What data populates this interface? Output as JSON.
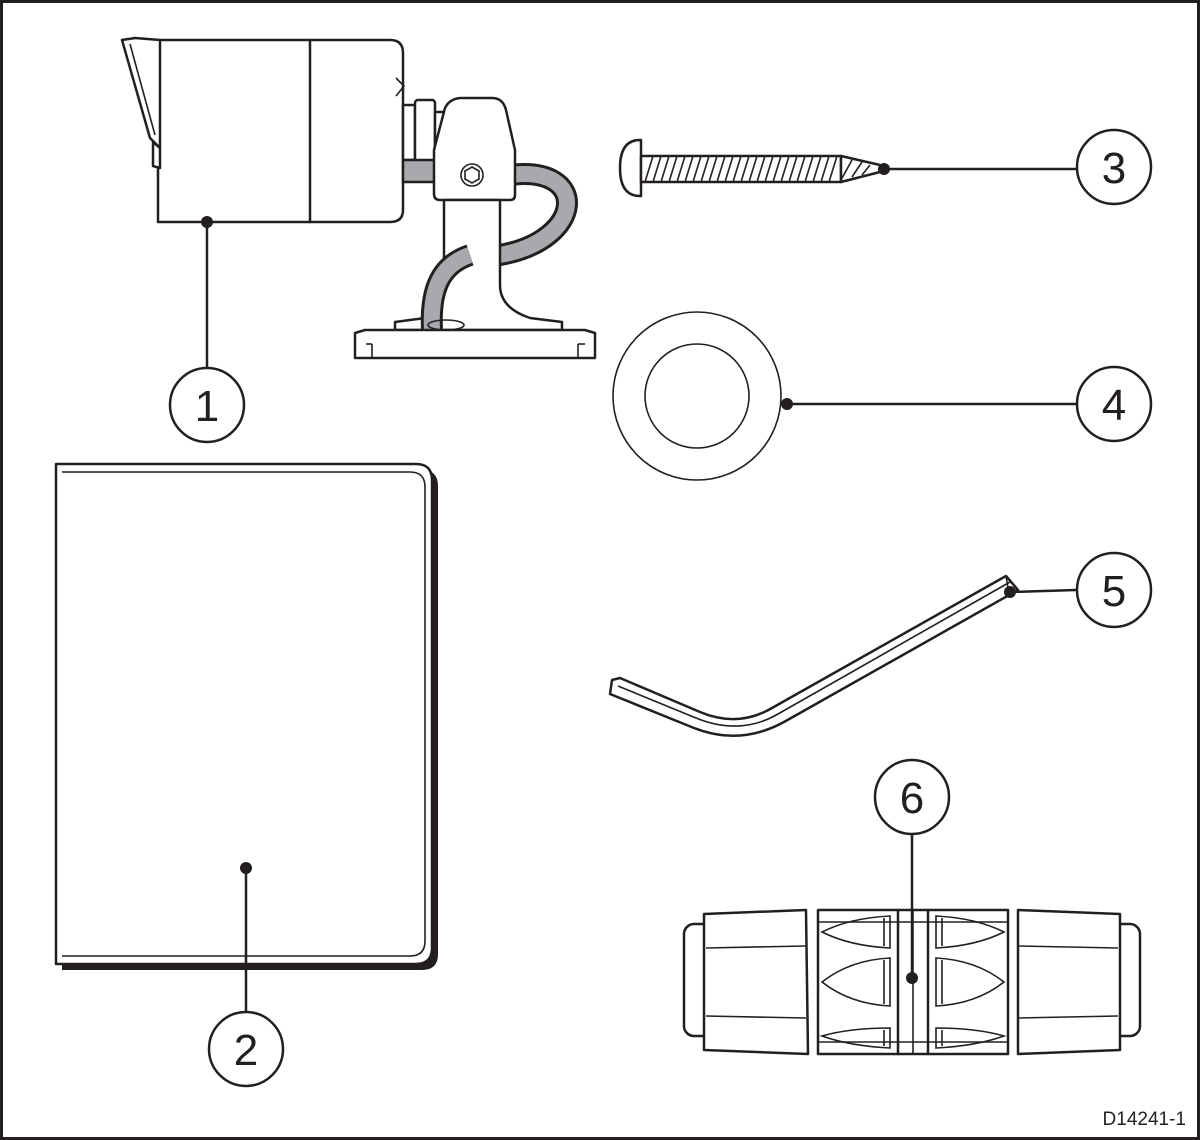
{
  "diagram": {
    "figure_id": "D14241-1",
    "callouts": [
      {
        "number": "1",
        "item": "camera-with-mount"
      },
      {
        "number": "2",
        "item": "documentation-pack"
      },
      {
        "number": "3",
        "item": "fixing-screw"
      },
      {
        "number": "4",
        "item": "washer"
      },
      {
        "number": "5",
        "item": "hex-key"
      },
      {
        "number": "6",
        "item": "cable-coupler"
      }
    ]
  }
}
